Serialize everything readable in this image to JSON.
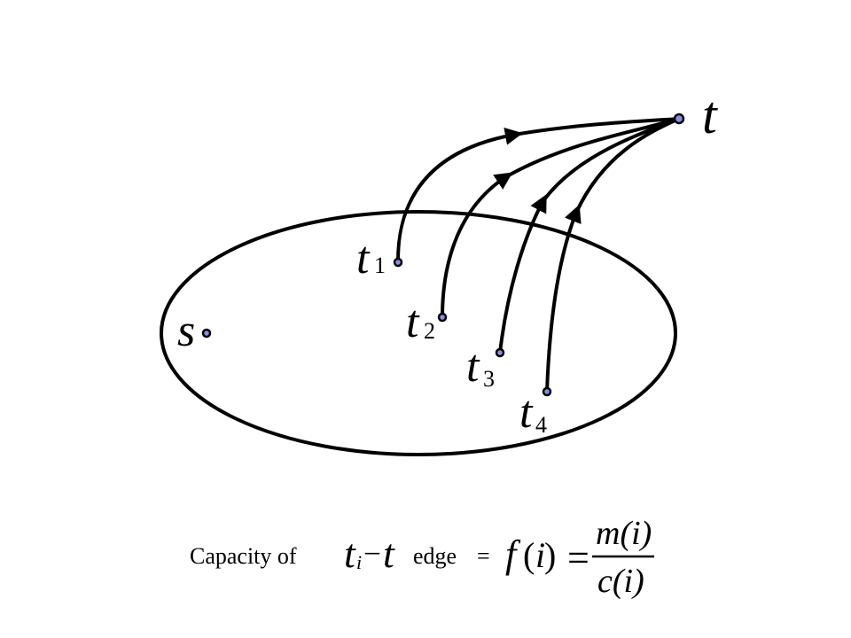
{
  "nodes": {
    "source": {
      "label": "s"
    },
    "sink": {
      "label": "t"
    },
    "terminals": [
      {
        "base": "t",
        "index": "1"
      },
      {
        "base": "t",
        "index": "2"
      },
      {
        "base": "t",
        "index": "3"
      },
      {
        "base": "t",
        "index": "4"
      }
    ]
  },
  "caption": {
    "prefix": "Capacity of",
    "edge_base": "t",
    "edge_index": "i",
    "edge_dash": "–",
    "edge_target": "t",
    "edge_word": "edge",
    "equals": "=",
    "f_symbol": "f",
    "f_open": "(",
    "f_arg": "i",
    "f_close": ")",
    "equals2": "=",
    "numerator": "m(i)",
    "denominator": "c(i)"
  },
  "colors": {
    "stroke": "#000000",
    "node_fill": "#8a8ee0"
  }
}
